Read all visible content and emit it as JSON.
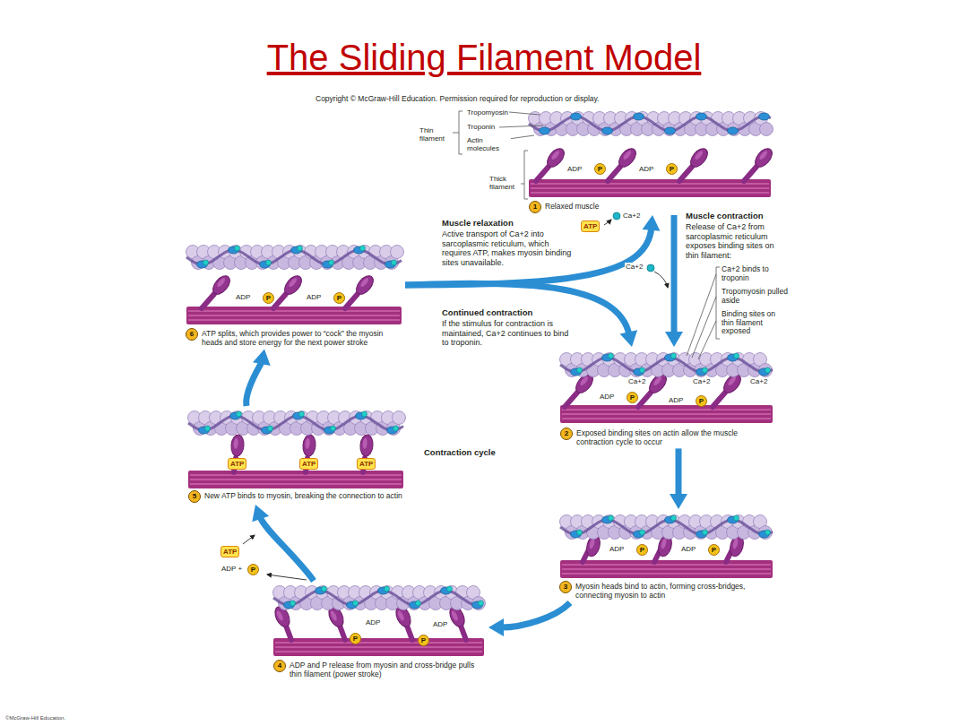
{
  "diagram": {
    "title": "The Sliding Filament Model",
    "nodes": [
      {
        "text": [
          "1",
          "Relaxed muscle"
        ]
      },
      {
        "text": [
          "2",
          "Exposed binding sites on actin allow the muscle contraction cycle to occur"
        ]
      },
      {
        "text": [
          "3",
          "Myosin heads bind to actin, forming cross-bridges, connecting myosin to actin"
        ]
      },
      {
        "text": [
          "4",
          "ADP and P release from myosin and cross-bridge pulls thin filament (power stroke)"
        ]
      },
      {
        "text": [
          "5",
          "New ATP binds to myosin, breaking the connection to actin"
        ]
      },
      {
        "text": [
          "6",
          "ATP splits, which provides power to “cock” the myosin heads and store energy for the next power stroke"
        ]
      }
    ],
    "edges": [
      {
        "from": 0,
        "to": 1,
        "arrow": "to"
      },
      {
        "from": 1,
        "to": 2,
        "arrow": "to"
      },
      {
        "from": 2,
        "to": 3,
        "arrow": "to"
      },
      {
        "from": 3,
        "to": 4,
        "arrow": "to"
      },
      {
        "from": 4,
        "to": 5,
        "arrow": "to"
      },
      {
        "from": 5,
        "to": 0,
        "arrow": "to"
      },
      {
        "from": 5,
        "to": 1,
        "arrow": "to"
      }
    ],
    "labels": [
      "Copyright © McGraw-Hill Education. Permission required for reproduction or display.",
      "Tropomyosin",
      "Thin filament",
      "Troponin",
      "Actin molecules",
      "Thick filament",
      "ADP",
      "P",
      "ADP",
      "P",
      "Ca+2",
      "ATP",
      "Muscle relaxation",
      "Active transport of Ca+2 into sarcoplasmic reticulum, which requires ATP, makes myosin binding sites unavailable.",
      "Muscle contraction",
      "Release of Ca+2 from sarcoplasmic reticulum exposes binding sites on thin filament:",
      "Ca+2",
      "Ca+2 binds to troponin",
      "Tropomyosin pulled aside",
      "Binding sites on thin filament exposed",
      "Continued contraction",
      "If the stimulus for contraction is maintained, Ca+2 continues to bind to troponin.",
      "ADP",
      "P",
      "ADP",
      "P",
      "Ca+2",
      "Ca+2",
      "Ca+2",
      "ADP",
      "P",
      "ADP",
      "P",
      "Contraction cycle",
      "ATP",
      "ATP",
      "ATP",
      "ADP",
      "P",
      "ADP",
      "P",
      "ATP",
      "ADP +",
      "P",
      "ADP",
      "P",
      "ADP",
      "P",
      "©McGraw-Hill Education."
    ]
  }
}
